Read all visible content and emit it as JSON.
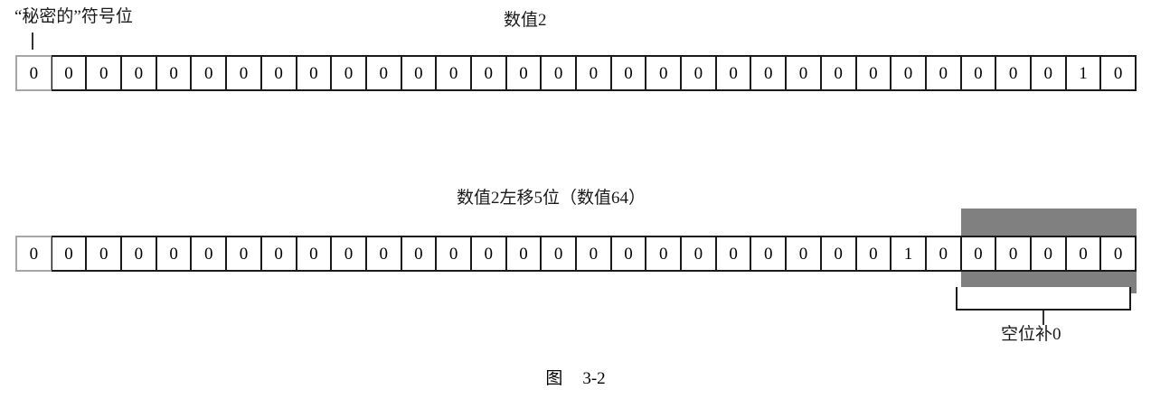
{
  "figure": {
    "caption_prefix": "图",
    "caption_number": "3-2",
    "gray_color": "#808080",
    "sign_border_color": "#a6a6a6",
    "bit_count": 32
  },
  "labels": {
    "sign_bit": "“秘密的”符号位",
    "value_top": "数值2",
    "value_shifted": "数值2左移5位（数值64）",
    "fill_zeros": "空位补0"
  },
  "rows": {
    "top": {
      "name": "数值2",
      "decimal": 2,
      "bits": [
        "0",
        "0",
        "0",
        "0",
        "0",
        "0",
        "0",
        "0",
        "0",
        "0",
        "0",
        "0",
        "0",
        "0",
        "0",
        "0",
        "0",
        "0",
        "0",
        "0",
        "0",
        "0",
        "0",
        "0",
        "0",
        "0",
        "0",
        "0",
        "0",
        "0",
        "1",
        "0"
      ]
    },
    "bottom": {
      "name": "数值2左移5位（数值64）",
      "decimal": 64,
      "shift": 5,
      "bits": [
        "0",
        "0",
        "0",
        "0",
        "0",
        "0",
        "0",
        "0",
        "0",
        "0",
        "0",
        "0",
        "0",
        "0",
        "0",
        "0",
        "0",
        "0",
        "0",
        "0",
        "0",
        "0",
        "0",
        "0",
        "0",
        "1",
        "0",
        "0",
        "0",
        "0",
        "0",
        "0"
      ],
      "highlight_from_index": 27,
      "highlight_count": 5
    }
  }
}
